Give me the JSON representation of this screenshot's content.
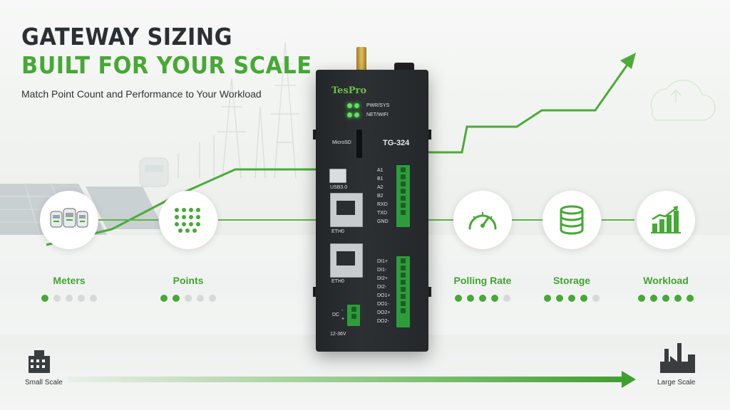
{
  "headline": {
    "line1": "GATEWAY SIZING",
    "line2": "BUILT FOR YOUR SCALE",
    "subtitle": "Match Point Count and Performance to Your Workload"
  },
  "features": [
    {
      "label": "Meters",
      "icon": "meters-icon",
      "level": 1,
      "max": 5
    },
    {
      "label": "Points",
      "icon": "points-grid-icon",
      "level": 2,
      "max": 5
    },
    {
      "label": "Polling Rate",
      "icon": "gauge-icon",
      "level": 4,
      "max": 5
    },
    {
      "label": "Storage",
      "icon": "database-icon",
      "level": 4,
      "max": 5
    },
    {
      "label": "Workload",
      "icon": "bar-chart-growth-icon",
      "level": 5,
      "max": 5
    }
  ],
  "device": {
    "brand": "TesPro",
    "model": "TG-324",
    "led_labels": [
      "PWR/SYS",
      "NET/WIFI"
    ],
    "microsd_label": "MicroSD",
    "usb_label": "USB3.0",
    "eth_labels": [
      "ETH0",
      "ETH0"
    ],
    "rs485_pins": [
      "A1",
      "B1",
      "A2",
      "B2",
      "RXD",
      "TXD",
      "GND"
    ],
    "io_pins": [
      "DI1+",
      "DI1-",
      "DI2+",
      "DI2-",
      "DO1+",
      "DO1-",
      "DO2+",
      "DO2-"
    ],
    "power_label": "DC",
    "power_pins": [
      "-",
      "+"
    ],
    "voltage_label": "12-36V"
  },
  "scale": {
    "start_label": "Small Scale",
    "end_label": "Large Scale"
  },
  "colors": {
    "accent": "#46a935",
    "title": "#2c2f33",
    "dot_inactive": "#d6d9d6"
  }
}
